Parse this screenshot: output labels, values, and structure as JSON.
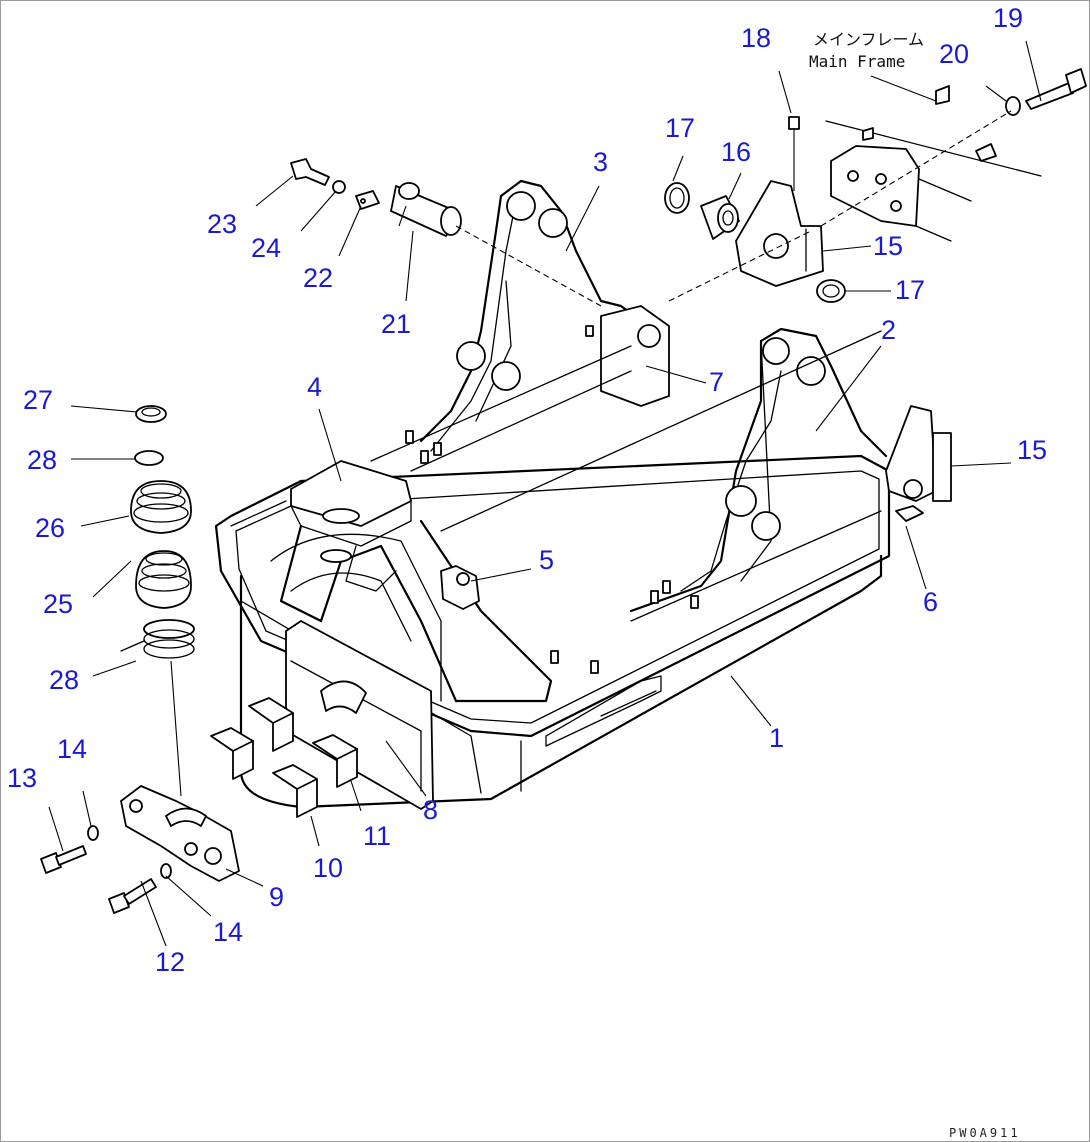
{
  "annotation": {
    "jp": "メインフレーム",
    "en": "Main Frame"
  },
  "drawing_code": "PW0A911",
  "callouts": [
    {
      "id": "c1",
      "text": "1"
    },
    {
      "id": "c2",
      "text": "2"
    },
    {
      "id": "c3",
      "text": "3"
    },
    {
      "id": "c4",
      "text": "4"
    },
    {
      "id": "c5",
      "text": "5"
    },
    {
      "id": "c6",
      "text": "6"
    },
    {
      "id": "c7",
      "text": "7"
    },
    {
      "id": "c8",
      "text": "8"
    },
    {
      "id": "c9",
      "text": "9"
    },
    {
      "id": "c10",
      "text": "10"
    },
    {
      "id": "c11",
      "text": "11"
    },
    {
      "id": "c12",
      "text": "12"
    },
    {
      "id": "c13",
      "text": "13"
    },
    {
      "id": "c14a",
      "text": "14"
    },
    {
      "id": "c14b",
      "text": "14"
    },
    {
      "id": "c15a",
      "text": "15"
    },
    {
      "id": "c15b",
      "text": "15"
    },
    {
      "id": "c16",
      "text": "16"
    },
    {
      "id": "c17a",
      "text": "17"
    },
    {
      "id": "c17b",
      "text": "17"
    },
    {
      "id": "c18",
      "text": "18"
    },
    {
      "id": "c19",
      "text": "19"
    },
    {
      "id": "c20",
      "text": "20"
    },
    {
      "id": "c21",
      "text": "21"
    },
    {
      "id": "c22",
      "text": "22"
    },
    {
      "id": "c23",
      "text": "23"
    },
    {
      "id": "c24",
      "text": "24"
    },
    {
      "id": "c25",
      "text": "25"
    },
    {
      "id": "c26",
      "text": "26"
    },
    {
      "id": "c27",
      "text": "27"
    },
    {
      "id": "c28a",
      "text": "28"
    },
    {
      "id": "c28b",
      "text": "28"
    }
  ]
}
